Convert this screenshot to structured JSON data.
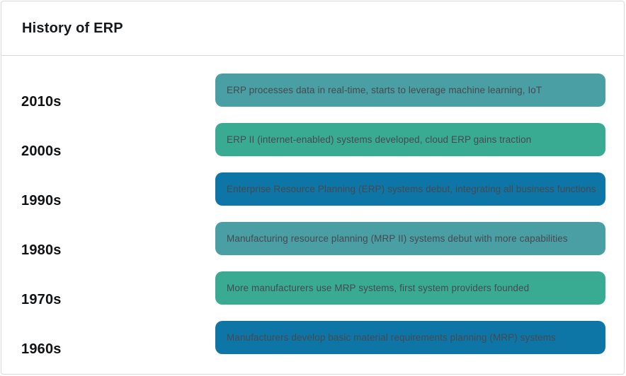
{
  "header": {
    "title": "History of ERP"
  },
  "colors": {
    "teal": "#4a9fa4",
    "green": "#3aab93",
    "blue": "#0e76a6"
  },
  "chart_data": {
    "type": "table",
    "title": "History of ERP",
    "layout": "vertical timeline, newest decade at top",
    "categories": [
      "2010s",
      "2000s",
      "1990s",
      "1980s",
      "1970s",
      "1960s"
    ],
    "rows": [
      {
        "decade": "2010s",
        "description": "ERP processes data in real-time, starts to leverage machine learning, IoT",
        "bar_color": "teal"
      },
      {
        "decade": "2000s",
        "description": "ERP II (internet-enabled) systems developed, cloud ERP gains traction",
        "bar_color": "green"
      },
      {
        "decade": "1990s",
        "description": "Enterprise Resource Planning (ERP) systems debut, integrating all business functions",
        "bar_color": "blue"
      },
      {
        "decade": "1980s",
        "description": "Manufacturing resource planning (MRP II) systems debut with more capabilities",
        "bar_color": "teal"
      },
      {
        "decade": "1970s",
        "description": "More manufacturers use MRP systems, first system providers founded",
        "bar_color": "green"
      },
      {
        "decade": "1960s",
        "description": "Manufacturers develop basic material requirements planning (MRP) systems",
        "bar_color": "blue"
      }
    ]
  }
}
